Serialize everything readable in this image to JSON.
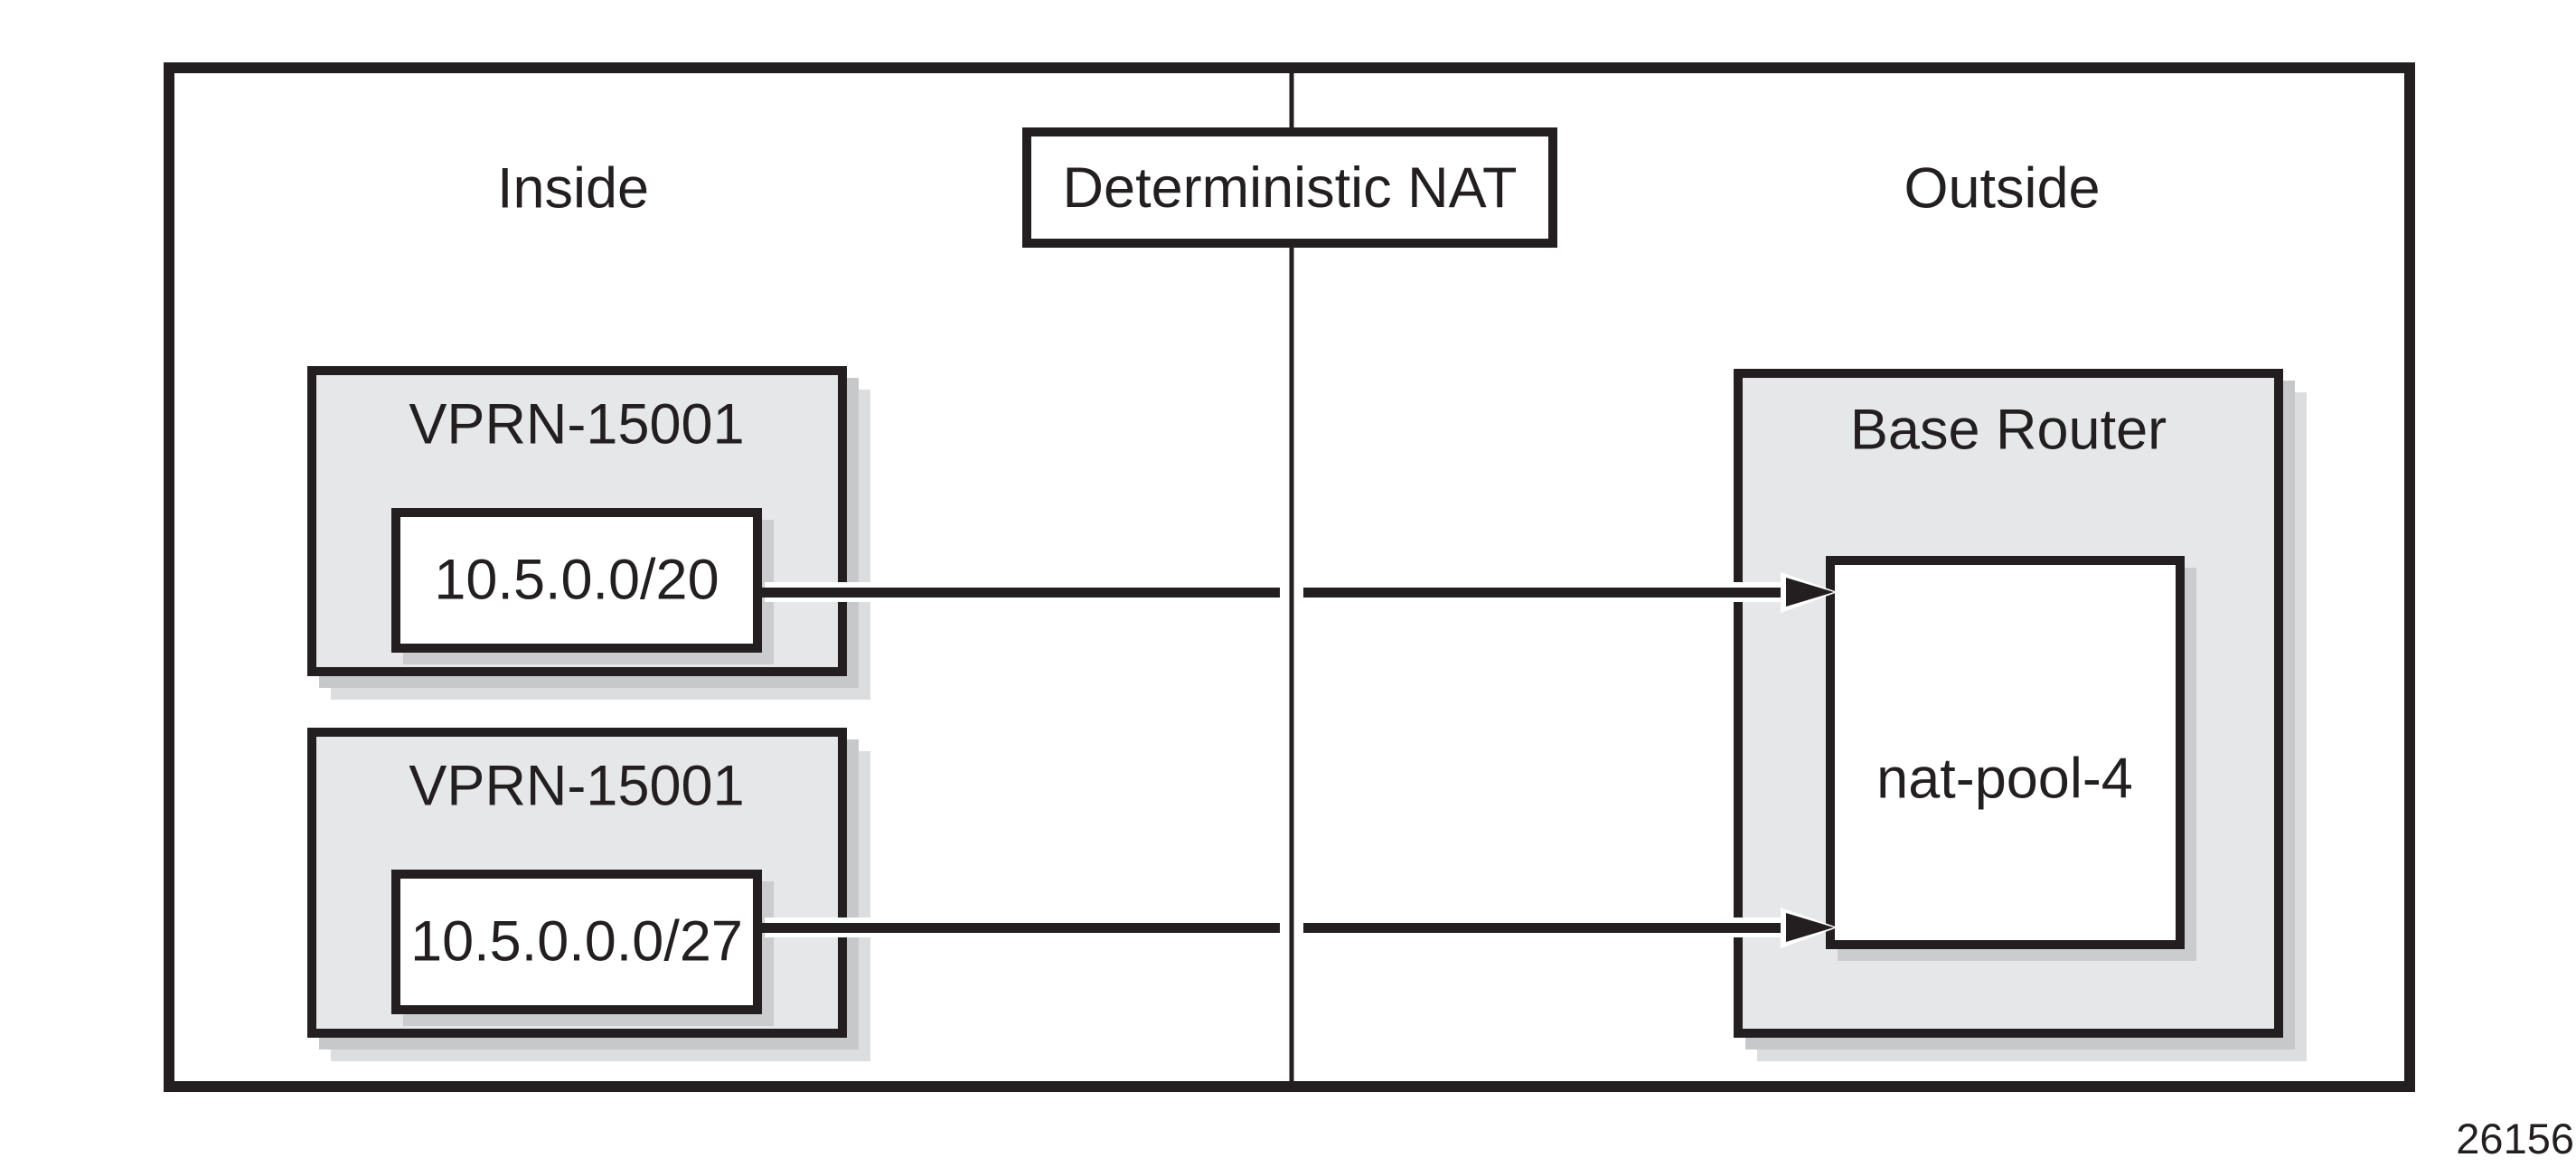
{
  "diagram": {
    "title_box": "Deterministic NAT",
    "left_section_label": "Inside",
    "right_section_label": "Outside",
    "inside_nodes": [
      {
        "name": "VPRN-15001",
        "prefix": "10.5.0.0/20"
      },
      {
        "name": "VPRN-15001",
        "prefix": "10.5.0.0.0/27"
      }
    ],
    "outside_node": {
      "name": "Base Router",
      "pool": "nat-pool-4"
    },
    "figure_id": "26156",
    "colors": {
      "line": "#231f20",
      "box_fill": "#e6e7e8",
      "shadow_dark": "#c7c8ca",
      "shadow_light": "#dcddde",
      "background": "#ffffff"
    }
  }
}
